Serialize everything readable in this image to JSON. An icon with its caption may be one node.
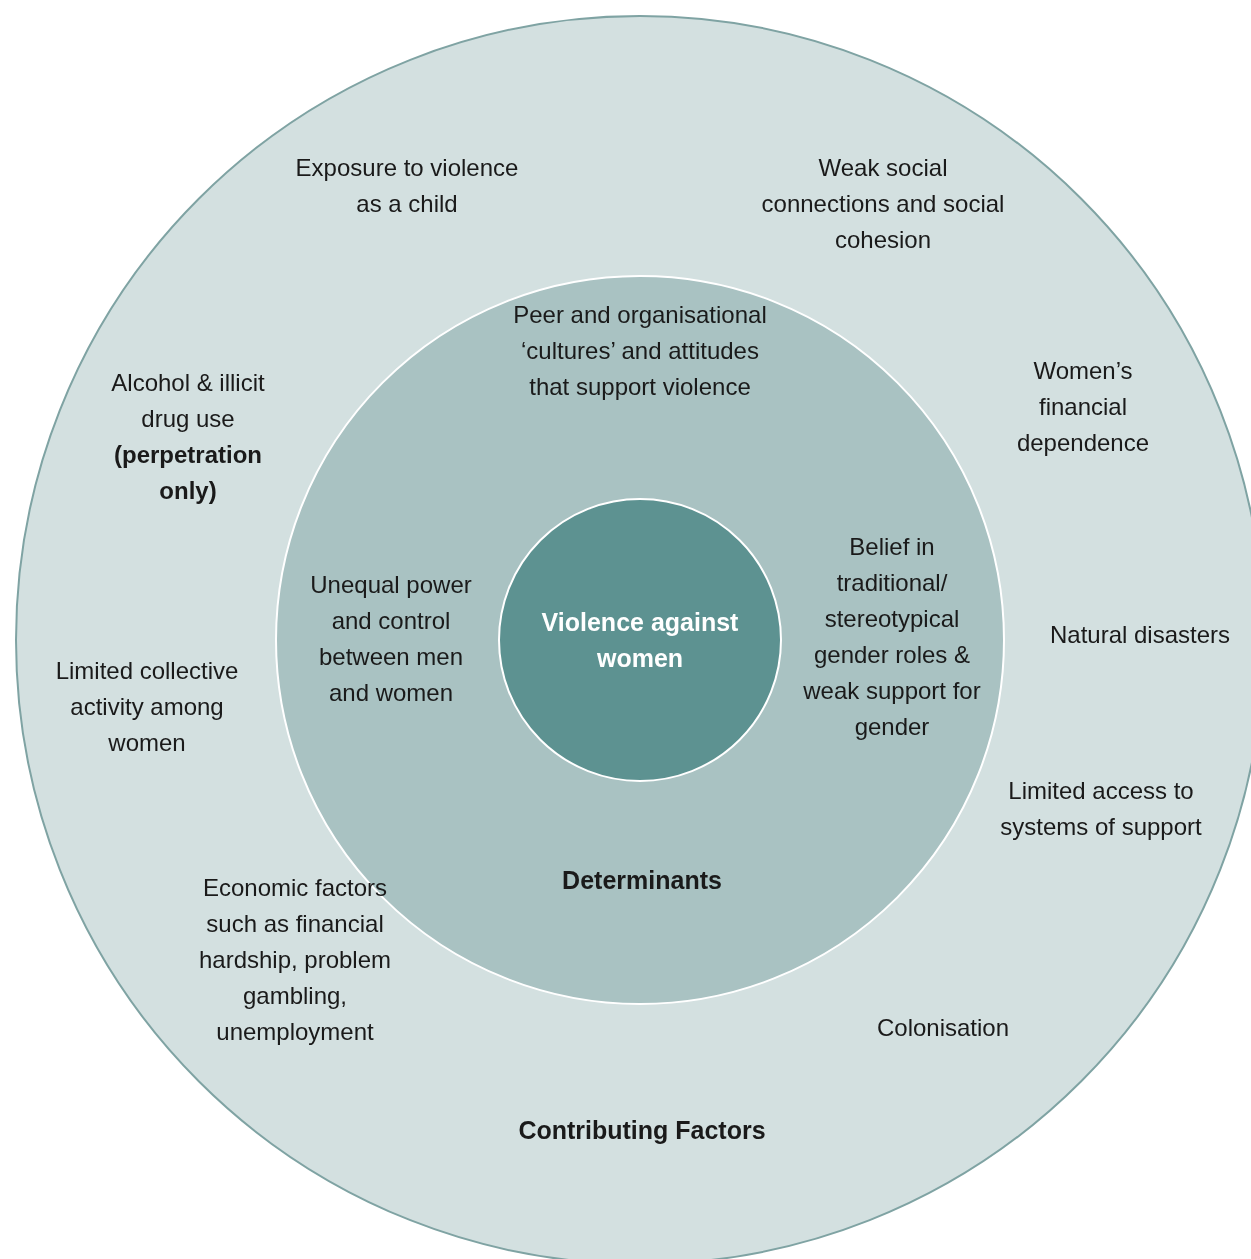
{
  "diagram": {
    "nodes": [
      {
        "text": [
          "Contributing Factors"
        ]
      },
      {
        "text": [
          "Determinants"
        ],
        "in": 0
      },
      {
        "text": [
          "Violence against women"
        ],
        "in": 1
      }
    ],
    "labels": [
      "Exposure to violence as a child",
      "Weak social connections and social cohesion",
      "Alcohol & illicit drug use **(perpetration only)**",
      "Women’s financial dependence",
      "Peer and organisational ‘cultures’ and attitudes that support violence",
      "Unequal power and control between men and women",
      "Belief in traditional/ stereotypical gender roles & weak support for gender",
      "Limited collective activity among women",
      "Natural disasters",
      "Limited access to systems of support",
      "Economic factors such as financial hardship, problem gambling, unemployment",
      "Colonisation"
    ]
  }
}
